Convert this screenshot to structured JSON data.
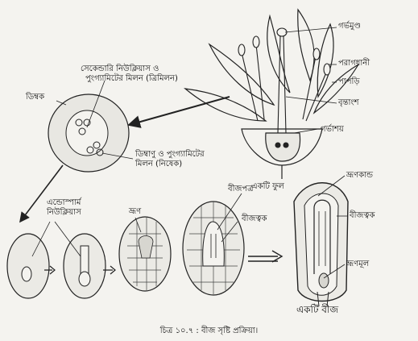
{
  "labels": {
    "stigma": "গর্ভমুণ্ড",
    "anther": "পরাগধানী",
    "petal": "পাপড়ি",
    "style": "বৃন্তাংশ",
    "ovary": "গর্ভাশয়",
    "flower": "একটি ফুল",
    "ovule": "ডিম্বক",
    "triple_fusion_1": "সেকেন্ডারি নিউক্লিয়াস ও",
    "triple_fusion_2": "পুংগ্যামিটের মিলন (ত্রিমিলন)",
    "fertilization_1": "ডিম্বাণু ও পুংগ্যামিটের",
    "fertilization_2": "মিলন (নিষেক)",
    "endosperm_1": "এন্ডোস্পার্ম",
    "endosperm_2": "নিউক্লিয়াস",
    "embryo": "ভ্রূণ",
    "cotyledon": "বীজপত্র",
    "seed_coat_1": "বীজত্বক",
    "plumule": "ভ্রূণকান্ড",
    "seed_coat_2": "বীজত্বক",
    "radicle": "ভ্রূণমূল",
    "seed": "একটি বীজ"
  },
  "caption": "চিত্র ১০.৭ : বীজ সৃষ্টি প্রক্রিয়া।"
}
